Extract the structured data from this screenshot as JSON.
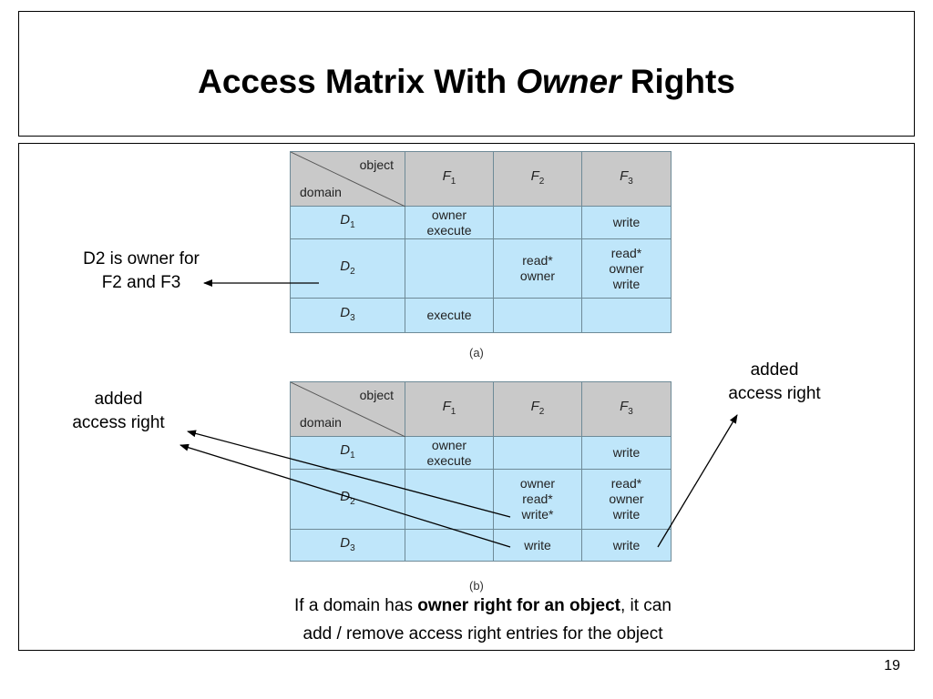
{
  "slide": {
    "title_part1": "Access Matrix With ",
    "title_emph": "Owner",
    "title_part2": " Rights",
    "page_number": "19"
  },
  "matrix_a": {
    "caption": "(a)",
    "corner_object": "object",
    "corner_domain": "domain",
    "columns": [
      {
        "letter": "F",
        "sub": "1"
      },
      {
        "letter": "F",
        "sub": "2"
      },
      {
        "letter": "F",
        "sub": "3"
      }
    ],
    "rows": [
      {
        "letter": "D",
        "sub": "1",
        "cells": [
          [
            "owner",
            "execute"
          ],
          [],
          [
            "write"
          ]
        ]
      },
      {
        "letter": "D",
        "sub": "2",
        "cells": [
          [],
          [
            "read*",
            "owner"
          ],
          [
            "read*",
            "owner",
            "write"
          ]
        ]
      },
      {
        "letter": "D",
        "sub": "3",
        "cells": [
          [
            "execute"
          ],
          [],
          []
        ]
      }
    ]
  },
  "matrix_b": {
    "caption": "(b)",
    "corner_object": "object",
    "corner_domain": "domain",
    "columns": [
      {
        "letter": "F",
        "sub": "1"
      },
      {
        "letter": "F",
        "sub": "2"
      },
      {
        "letter": "F",
        "sub": "3"
      }
    ],
    "rows": [
      {
        "letter": "D",
        "sub": "1",
        "cells": [
          [
            "owner",
            "execute"
          ],
          [],
          [
            "write"
          ]
        ]
      },
      {
        "letter": "D",
        "sub": "2",
        "cells": [
          [],
          [
            "owner",
            "read*",
            "write*"
          ],
          [
            "read*",
            "owner",
            "write"
          ]
        ]
      },
      {
        "letter": "D",
        "sub": "3",
        "cells": [
          [],
          [
            "write"
          ],
          [
            "write"
          ]
        ]
      }
    ]
  },
  "annotations": {
    "d2_owner_line1": "D2 is owner for",
    "d2_owner_line2": "F2 and F3",
    "added_left_line1": "added",
    "added_left_line2": "access right",
    "added_right_line1": "added",
    "added_right_line2": "access right"
  },
  "bottom_note": {
    "prefix": "If a domain has ",
    "bold": "owner right for an object",
    "suffix": ", it can",
    "line2": "add / remove access right entries for the object"
  }
}
